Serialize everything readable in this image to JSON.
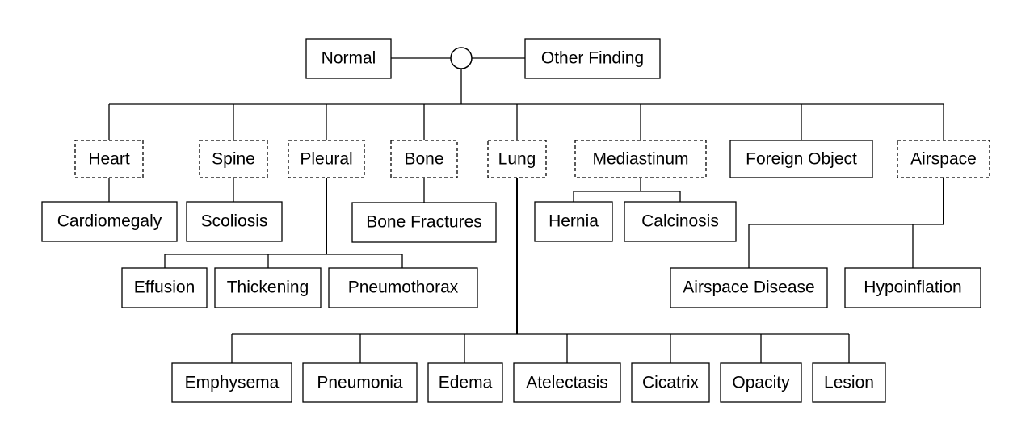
{
  "root": {
    "left": "Normal",
    "right": "Other Finding"
  },
  "categories": {
    "heart": "Heart",
    "spine": "Spine",
    "pleural": "Pleural",
    "bone": "Bone",
    "lung": "Lung",
    "mediastinum": "Mediastinum",
    "foreign_object": "Foreign Object",
    "airspace": "Airspace"
  },
  "findings": {
    "cardiomegaly": "Cardiomegaly",
    "scoliosis": "Scoliosis",
    "bone_fractures": "Bone Fractures",
    "hernia": "Hernia",
    "calcinosis": "Calcinosis",
    "effusion": "Effusion",
    "thickening": "Thickening",
    "pneumothorax": "Pneumothorax",
    "airspace_disease": "Airspace Disease",
    "hypoinflation": "Hypoinflation",
    "emphysema": "Emphysema",
    "pneumonia": "Pneumonia",
    "edema": "Edema",
    "atelectasis": "Atelectasis",
    "cicatrix": "Cicatrix",
    "opacity": "Opacity",
    "lesion": "Lesion"
  }
}
